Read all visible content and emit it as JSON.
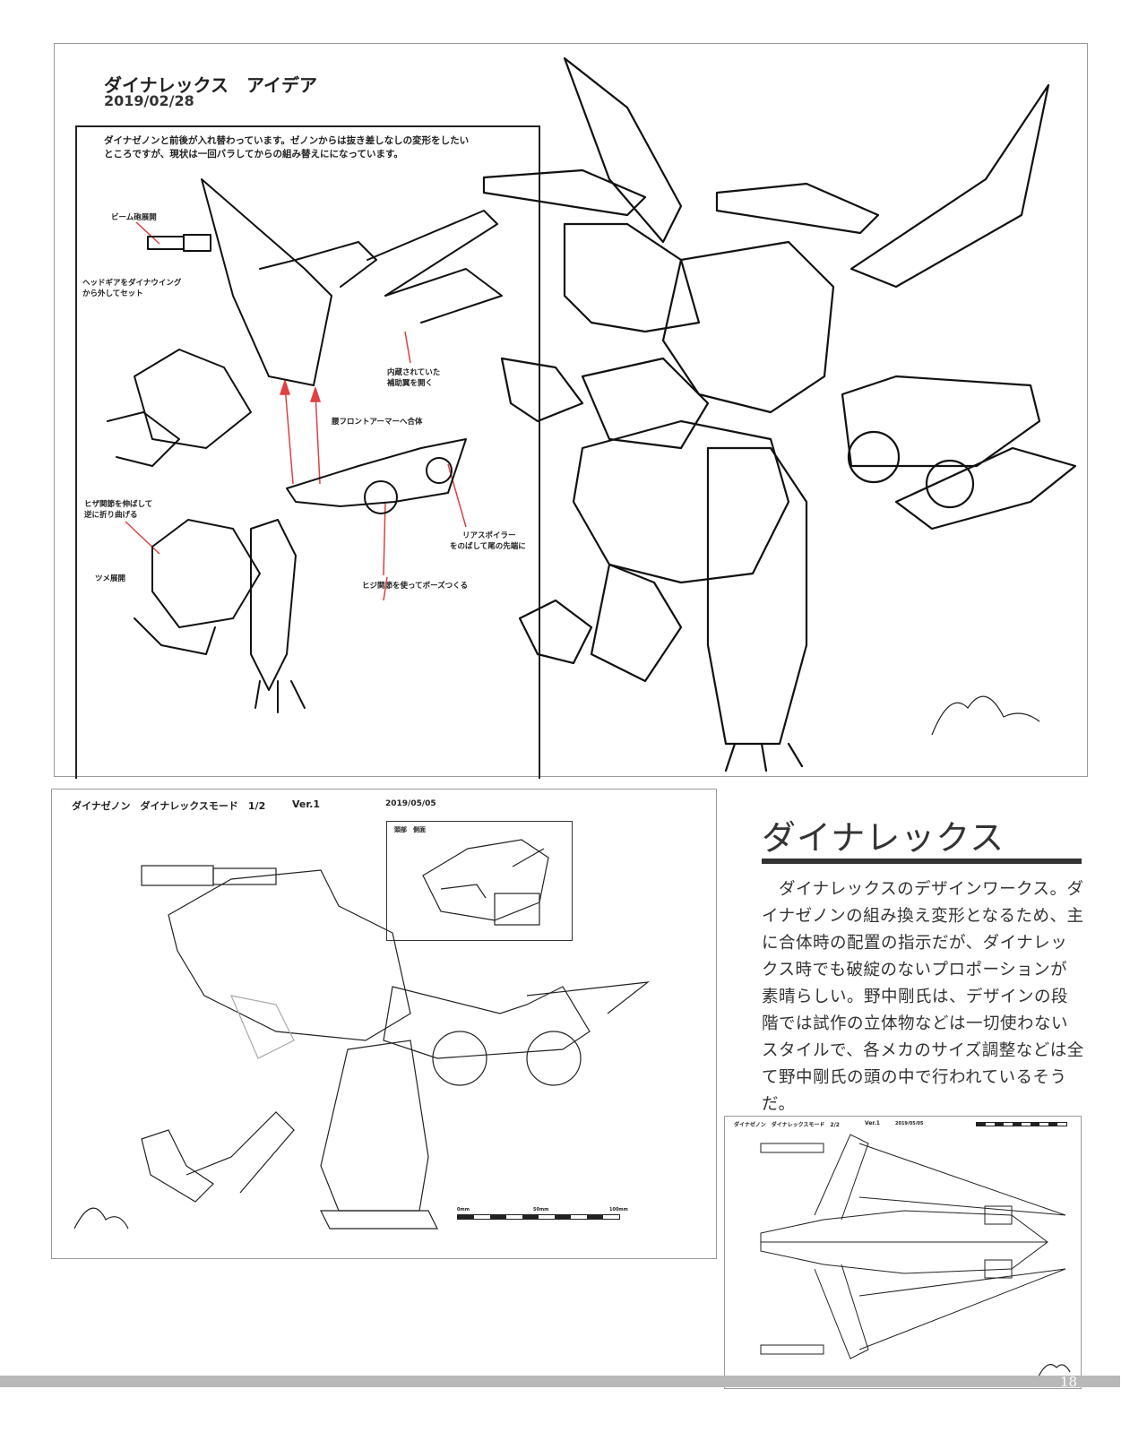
{
  "idea_sheet": {
    "title": "ダイナレックス　アイデア",
    "date": "2019/02/28",
    "note_line1": "ダイナゼノンと前後が入れ替わっています。ゼノンからは抜き差しなしの変形をしたい",
    "note_line2": "ところですが、現状は一回バラしてからの組み替えにになっています。",
    "annotations": [
      "ビーム砲展開",
      "ヘッドギアをダイナウイング",
      "から外してセット",
      "内蔵されていた",
      "補助翼を開く",
      "腰フロントアーマーへ合体",
      "ヒザ関節を伸ばして",
      "逆に折り曲げる",
      "リアスポイラー",
      "をのばして尾の先端に",
      "ツメ展開",
      "ヒジ関節を使ってポーズつくる"
    ],
    "arrow_color": "#e04040"
  },
  "drawing_1": {
    "header": "ダイナゼノン　ダイナレックスモード　1/2",
    "version": "Ver.1",
    "date": "2019/05/05",
    "inset_label": "頭部　側面",
    "scale": [
      "0mm",
      "50mm",
      "100mm"
    ]
  },
  "article": {
    "heading": "ダイナレックス",
    "body": "　ダイナレックスのデザインワークス。ダイナゼノンの組み換え変形となるため、主に合体時の配置の指示だが、ダイナレックス時でも破綻のないプロポーションが素晴らしい。野中剛氏は、デザインの段階では試作の立体物などは一切使わないスタイルで、各メカのサイズ調整などは全て野中剛氏の頭の中で行われているそうだ。"
  },
  "drawing_2": {
    "header": "ダイナゼノン　ダイナレックスモード　2/2",
    "version": "Ver.1",
    "date": "2019/05/05"
  },
  "page_number": "18"
}
